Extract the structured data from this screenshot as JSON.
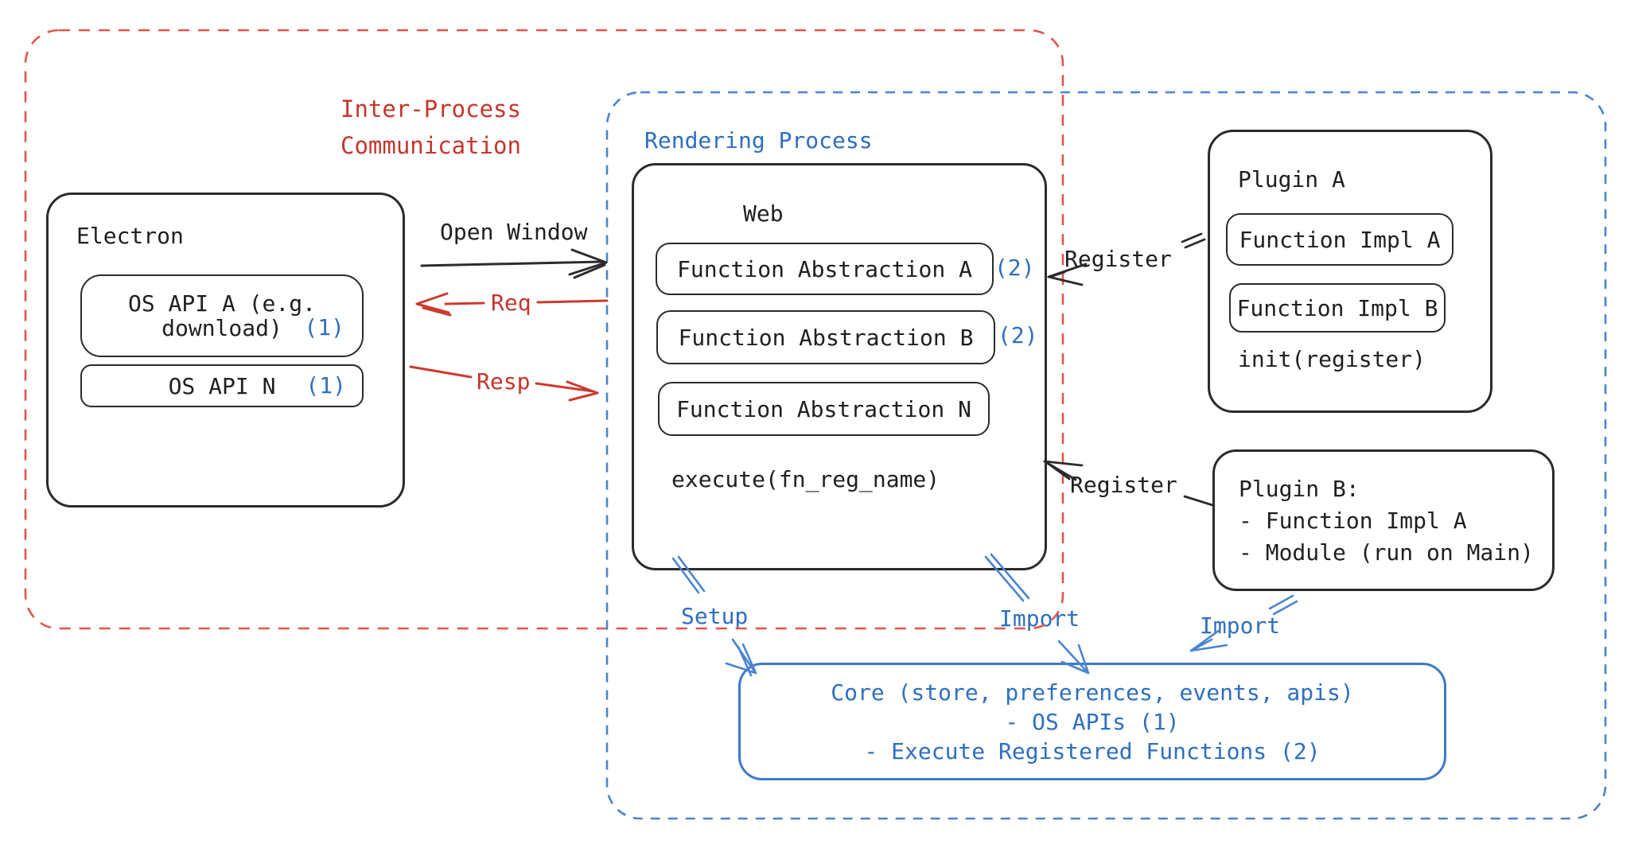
{
  "colors": {
    "black_text": "#1f1f1f",
    "box_stroke": "#2b2b2b",
    "red_text": "#c5362c",
    "red_dash": "#e0554a",
    "blue_text": "#2e6fbe",
    "blue_dash": "#4a84ce",
    "core_border": "#3d7ac6"
  },
  "regions": {
    "ipc": {
      "title_line1": "Inter-Process",
      "title_line2": "Communication"
    },
    "rendering": {
      "title": "Rendering Process"
    }
  },
  "electron": {
    "title": "Electron",
    "api_a": {
      "line1": "OS API A (e.g.",
      "line2": "download)",
      "badge": "(1)"
    },
    "api_n": {
      "label": "OS API N",
      "badge": "(1)"
    }
  },
  "web": {
    "title": "Web",
    "abstractions": [
      {
        "label": "Function Abstraction A",
        "badge": "(2)"
      },
      {
        "label": "Function Abstraction B",
        "badge": "(2)"
      },
      {
        "label": "Function Abstraction N"
      }
    ],
    "footer": "execute(fn_reg_name)"
  },
  "plugin_a": {
    "title": "Plugin A",
    "impls": [
      {
        "label": "Function Impl A"
      },
      {
        "label": "Function Impl B"
      }
    ],
    "footer": "init(register)"
  },
  "plugin_b": {
    "title": "Plugin B:",
    "items": [
      {
        "label": "- Function Impl A"
      },
      {
        "label": "- Module (run on Main)"
      }
    ]
  },
  "core": {
    "line1": "Core (store, preferences, events, apis)",
    "line2": "- OS APIs (1)",
    "line3": "- Execute Registered Functions (2)"
  },
  "arrows": {
    "open_window": "Open Window",
    "req": "Req",
    "resp": "Resp",
    "register_a": "Register",
    "register_b": "Register",
    "setup": "Setup",
    "import_web": "Import",
    "import_plugin": "Import"
  }
}
